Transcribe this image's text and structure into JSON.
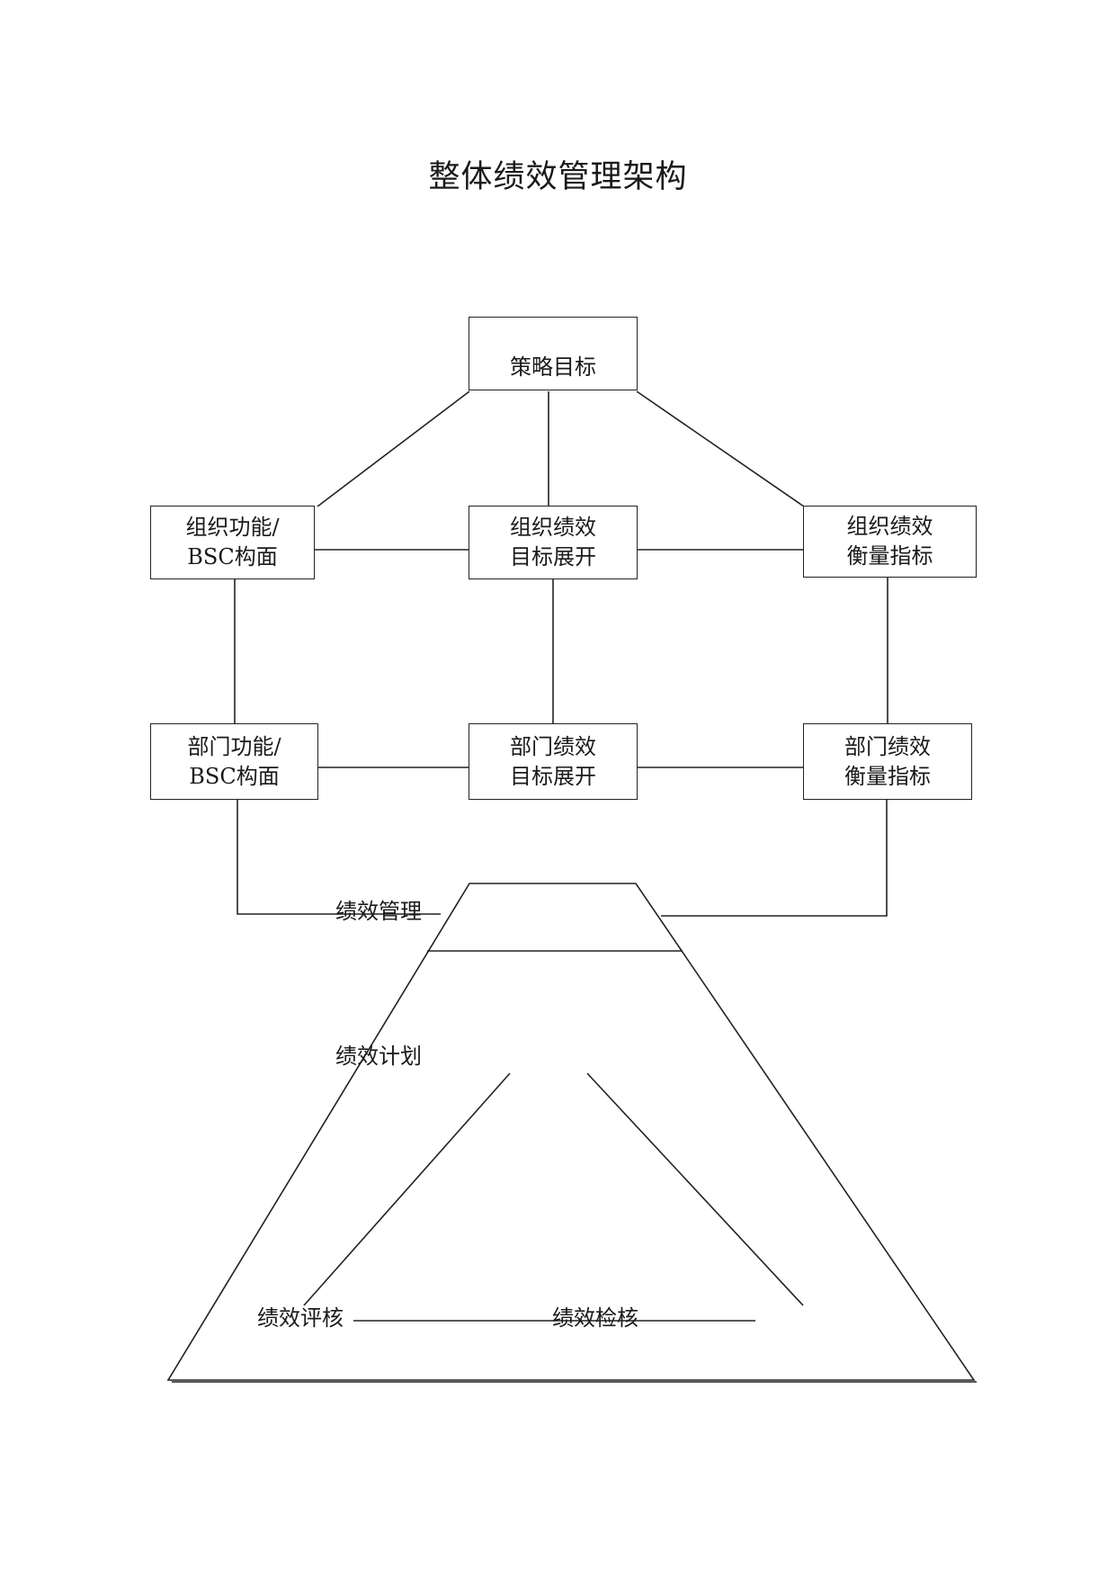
{
  "title": "整体绩效管理架构",
  "nodes": {
    "strategy": {
      "line1": "策略目标"
    },
    "org_function": {
      "line1": "组织功能/",
      "line2": "BSC构面"
    },
    "org_goal": {
      "line1": "组织绩效",
      "line2": "目标展开"
    },
    "org_measure": {
      "line1": "组织绩效",
      "line2": "衡量指标"
    },
    "dept_function": {
      "line1": "部门功能/",
      "line2": "BSC构面"
    },
    "dept_goal": {
      "line1": "部门绩效",
      "line2": "目标展开"
    },
    "dept_measure": {
      "line1": "部门绩效",
      "line2": "衡量指标"
    }
  },
  "cycle": {
    "management": "绩效管理",
    "planning": "绩效计划",
    "appraisal": "绩效评核",
    "review": "绩效检核"
  },
  "colors": {
    "line": "#222222",
    "text": "#1a1a1a",
    "background": "#ffffff"
  }
}
